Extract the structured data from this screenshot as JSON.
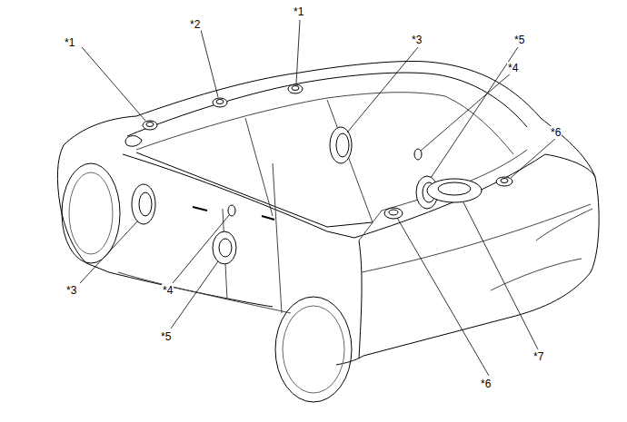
{
  "diagram": {
    "labels": [
      "*1",
      "*2",
      "*5",
      "*3",
      "*1",
      "*4",
      "*6",
      "*3",
      "*4",
      "*5",
      "*7",
      "*6"
    ]
  }
}
